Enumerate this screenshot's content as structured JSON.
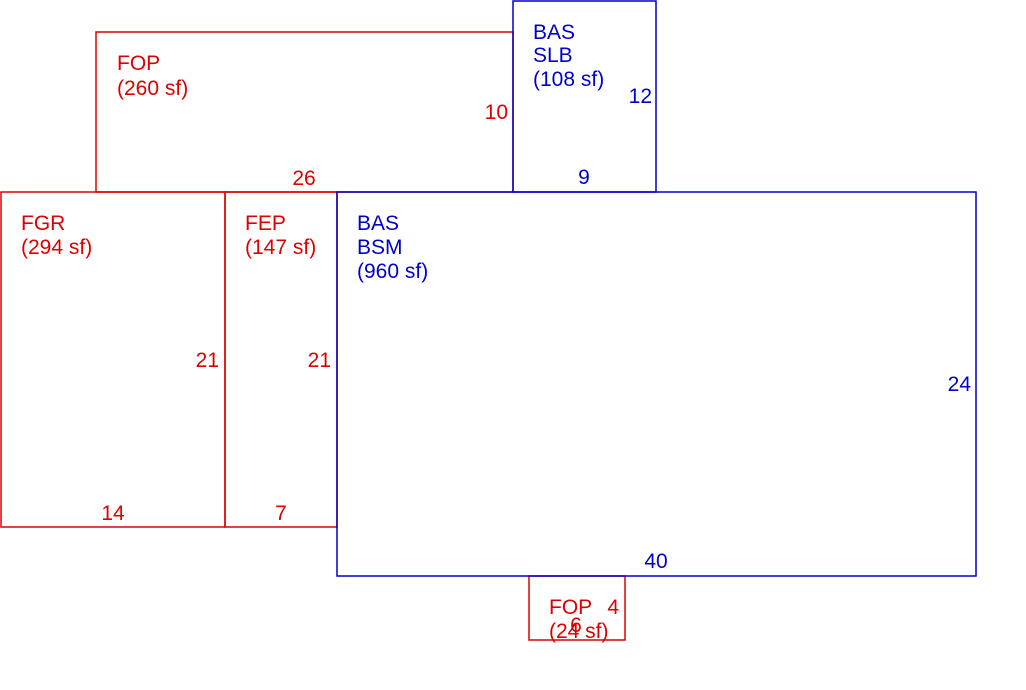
{
  "colors": {
    "living": "#0000cc",
    "other": "#dd0000",
    "background": "#ffffff"
  },
  "areas": [
    {
      "id": "fop-top",
      "line1": "FOP",
      "line2": "(260 sf)",
      "color_key": "other"
    },
    {
      "id": "bas-slb",
      "line1": "BAS",
      "line2": "SLB",
      "line3": "(108 sf)",
      "color_key": "living"
    },
    {
      "id": "fgr",
      "line1": "FGR",
      "line2": "(294 sf)",
      "color_key": "other"
    },
    {
      "id": "fep",
      "line1": "FEP",
      "line2": "(147 sf)",
      "color_key": "other"
    },
    {
      "id": "bas-bsm",
      "line1": "BAS",
      "line2": "BSM",
      "line3": "(960 sf)",
      "color_key": "living"
    },
    {
      "id": "fop-bottom",
      "line1": "FOP",
      "line2": "(24 sf)",
      "color_key": "other"
    }
  ],
  "dimensions": {
    "fop_top_width": "26",
    "fop_top_depth": "10",
    "slb_width": "9",
    "slb_depth": "12",
    "fgr_depth": "21",
    "fgr_width": "14",
    "fep_depth": "21",
    "fep_width": "7",
    "bsm_depth": "24",
    "bsm_width": "40",
    "fop_bottom_depth": "4",
    "fop_bottom_width": "6"
  }
}
